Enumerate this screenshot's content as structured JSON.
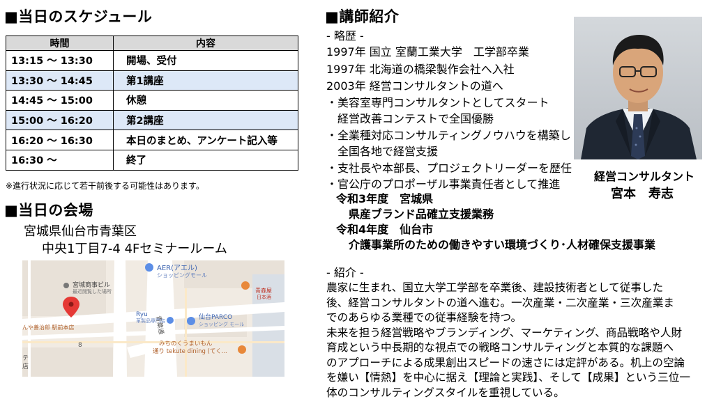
{
  "schedule": {
    "title": "■当日のスケジュール",
    "headers": {
      "time": "時間",
      "content": "内容"
    },
    "rows": [
      {
        "time": "13:15 〜 13:30",
        "content": "開場、受付"
      },
      {
        "time": "13:30 〜 14:45",
        "content": "第1講座"
      },
      {
        "time": "14:45 〜 15:00",
        "content": "休憩"
      },
      {
        "time": "15:00 〜 16:20",
        "content": "第2講座"
      },
      {
        "time": "16:20 〜 16:30",
        "content": "本日のまとめ、アンケート記入等"
      },
      {
        "time": "16:30 〜",
        "content": "終了"
      }
    ],
    "note": "※進行状況に応じて若干前後する可能性はあります。"
  },
  "venue": {
    "title": "■当日の会場",
    "line1": "宮城県仙台市青葉区",
    "line2": "中央1丁目7-4 4Fセミナールーム",
    "map": {
      "labels": {
        "aer": "AER(アエル)",
        "aer_sub": "ショッピングモール",
        "miyagi": "宮城商事ビル",
        "miyagi_sub": "最近閲覧した場所",
        "ryu": "Ryu",
        "ryu_sub": "革製品専門店",
        "parco": "仙台PARCO",
        "parco_sub": "ショッピング モール",
        "michinoku": "みちのくうまいもん",
        "tekute": "通り tekute dining (てく...",
        "aoba": "青葉通",
        "aomori": "青森屋",
        "nihonshu": "日本酒",
        "sushi": "んや善治郎 駅前本店",
        "eight": "8",
        "te": "テ",
        "ten": "店"
      }
    }
  },
  "instructor": {
    "title": "■講師紹介",
    "career_heading": "- 略歴 -",
    "career": [
      "1997年 国立 室蘭工業大学　工学部卒業",
      "1997年 北海道の橋梁製作会社へ入社",
      "2003年 経営コンサルタントの道へ",
      "・美容室専門コンサルタントとしてスタート",
      "　経営改善コンテストで全国優勝",
      "・全業種対応コンサルティングノウハウを構築し",
      "　全国各地で経営支援",
      "・支社長や本部長、プロジェクトリーダーを歴任",
      "・官公庁のプロポーザル事業責任者として推進"
    ],
    "projects": [
      "令和3年度　宮城県",
      "県産ブランド品確立支援業務",
      "令和4年度　仙台市",
      "介護事業所のための働きやすい環境づくり･人材確保支援事業"
    ],
    "intro_heading": "- 紹介 -",
    "intro": [
      "農家に生まれ、国立大学工学部を卒業後、建設技術者として従事した",
      "後、経営コンサルタントの道へ進む。一次産業・二次産業・三次産業ま",
      "でのあらゆる業種での従事経験を持つ。",
      "未来を担う経営戦略やブランディング、マーケティング、商品戦略や人財",
      "育成という中長期的な視点での戦略コンサルティングと本質的な課題へ",
      "のアプローチによる成果創出スピードの速さには定評がある。机上の空論",
      "を嫌い【情熱】を中心に据え【理論と実践】、そして【成果】という三位一",
      "体のコンサルティングスタイルを重視している。"
    ],
    "caption_role": "経営コンサルタント",
    "caption_name": "宮本　寿志"
  },
  "colors": {
    "row_shade": "#dde8f7",
    "header_bg": "#d9d9d9",
    "map_pin": "#e53935",
    "map_road": "#ffffff",
    "map_block": "#f1ebe3"
  }
}
